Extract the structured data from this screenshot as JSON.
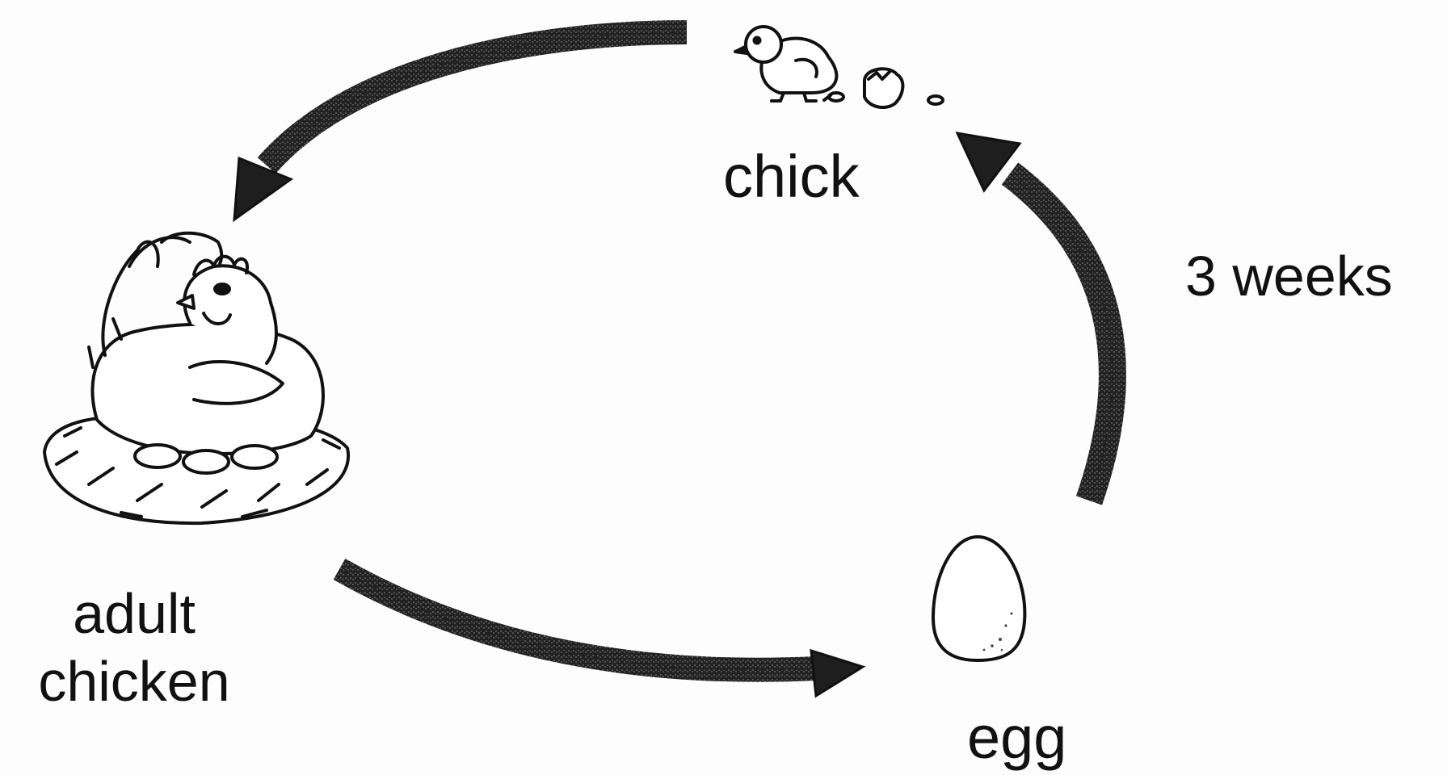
{
  "diagram": {
    "stages": {
      "chick": "chick",
      "adult_line1": "adult",
      "adult_line2": "chicken",
      "egg": "egg"
    },
    "annotations": {
      "egg_to_chick_duration": "3 weeks"
    },
    "arrows": [
      {
        "from": "chick",
        "to": "adult chicken"
      },
      {
        "from": "adult chicken",
        "to": "egg"
      },
      {
        "from": "egg",
        "to": "chick"
      }
    ],
    "icons": [
      "chick-icon",
      "hen-on-nest-icon",
      "egg-icon"
    ],
    "colors": {
      "ink": "#111111",
      "arrow": "#1e1e1e",
      "background": "#fdfdfd"
    }
  }
}
